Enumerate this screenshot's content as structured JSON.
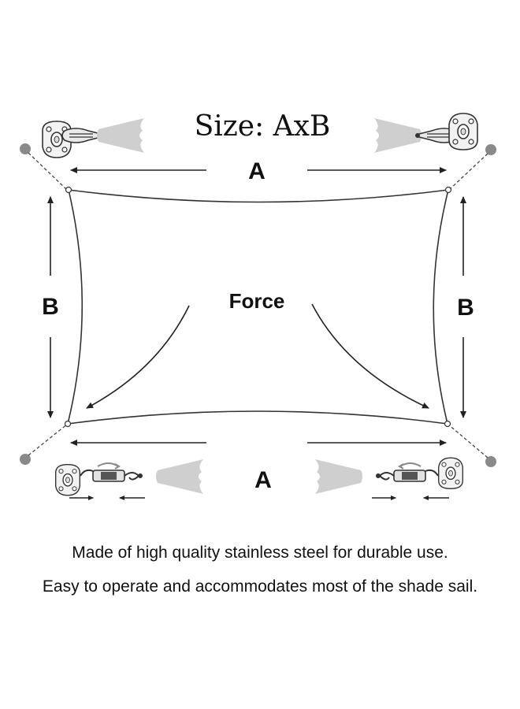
{
  "title": "Size: AxB",
  "labels": {
    "dimension_a_top": "A",
    "dimension_a_bottom": "A",
    "dimension_b_left": "B",
    "dimension_b_right": "B",
    "force": "Force"
  },
  "captions": [
    "Made of high quality stainless steel for durable use.",
    "Easy to operate and accommodates most of the shade sail."
  ],
  "icons": {
    "top_left": "pad-eye-snap-hook-icon",
    "top_right": "pad-eye-snap-hook-icon",
    "bottom_left": "pad-eye-turnbuckle-icon",
    "bottom_right": "pad-eye-turnbuckle-icon"
  },
  "colors": {
    "line": "#222222",
    "anchor_dot": "#8a8a8a",
    "cone": "#cfcfcf"
  }
}
